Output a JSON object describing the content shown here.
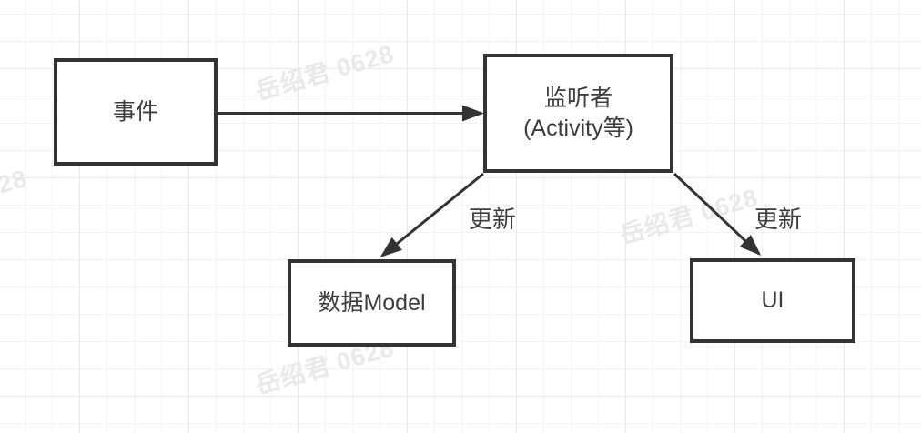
{
  "canvas": {
    "watermark_text": "岳绍君 0628",
    "background": "#ffffff",
    "grid_minor_color": "#f3f3f3",
    "grid_major_color": "#e9e9e9",
    "stroke_color": "#333333",
    "text_color": "#3d3d3d",
    "watermark_color": "#e9e9e9"
  },
  "diagram": {
    "nodes": {
      "event": {
        "label": "事件"
      },
      "listener": {
        "label_line1": "监听者",
        "label_line2": "(Activity等)"
      },
      "model": {
        "label": "数据Model"
      },
      "ui": {
        "label": "UI"
      }
    },
    "edges": {
      "event_to_listener": {
        "label": ""
      },
      "listener_to_model": {
        "label": "更新"
      },
      "listener_to_ui": {
        "label": "更新"
      }
    }
  }
}
